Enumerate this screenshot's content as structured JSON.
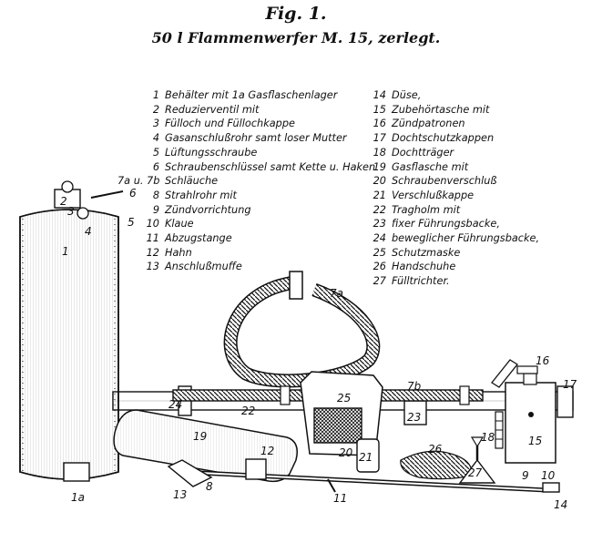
{
  "figure": {
    "title": "Fig. 1.",
    "subtitle": "50 l Flammenwerfer M. 15, zerlegt."
  },
  "legend_left": [
    {
      "num": "1",
      "text": "Behälter mit 1a Gasflaschenlager"
    },
    {
      "num": "2",
      "text": "Reduzierventil mit"
    },
    {
      "num": "3",
      "text": "Fülloch und Füllochkappe"
    },
    {
      "num": "4",
      "text": "Gasanschlußrohr samt loser Mutter"
    },
    {
      "num": "5",
      "text": "Lüftungsschraube"
    },
    {
      "num": "6",
      "text": "Schraubenschlüssel samt Kette u. Haken"
    },
    {
      "num": "7a u. 7b",
      "text": "Schläuche"
    },
    {
      "num": "8",
      "text": "Strahlrohr mit"
    },
    {
      "num": "9",
      "text": "Zündvorrichtung"
    },
    {
      "num": "10",
      "text": "Klaue"
    },
    {
      "num": "11",
      "text": "Abzugstange"
    },
    {
      "num": "12",
      "text": "Hahn"
    },
    {
      "num": "13",
      "text": "Anschlußmuffe"
    }
  ],
  "legend_right": [
    {
      "num": "14",
      "text": "Düse,"
    },
    {
      "num": "15",
      "text": "Zubehörtasche mit"
    },
    {
      "num": "16",
      "text": "Zündpatronen"
    },
    {
      "num": "17",
      "text": "Dochtschutzkappen"
    },
    {
      "num": "18",
      "text": "Dochtträger"
    },
    {
      "num": "19",
      "text": "Gasflasche mit"
    },
    {
      "num": "20",
      "text": "Schraubenverschluß"
    },
    {
      "num": "21",
      "text": "Verschlußkappe"
    },
    {
      "num": "22",
      "text": "Tragholm mit"
    },
    {
      "num": "23",
      "text": "fixer Führungsbacke,"
    },
    {
      "num": "24",
      "text": "beweglicher Führungsbacke,"
    },
    {
      "num": "25",
      "text": "Schutzmaske"
    },
    {
      "num": "26",
      "text": "Handschuhe"
    },
    {
      "num": "27",
      "text": "Fülltrichter."
    }
  ],
  "callouts": {
    "c1": "1",
    "c1a": "1a",
    "c2": "2",
    "c3": "3",
    "c4": "4",
    "c5": "5",
    "c6": "6",
    "c7a": "7a",
    "c7b": "7b",
    "c8": "8",
    "c9": "9",
    "c10": "10",
    "c11": "11",
    "c12": "12",
    "c13": "13",
    "c14": "14",
    "c15": "15",
    "c16": "16",
    "c17": "17",
    "c18": "18",
    "c19": "19",
    "c20": "20",
    "c21": "21",
    "c22": "22",
    "c23": "23",
    "c24": "24",
    "c25": "25",
    "c26": "26",
    "c27": "27"
  }
}
